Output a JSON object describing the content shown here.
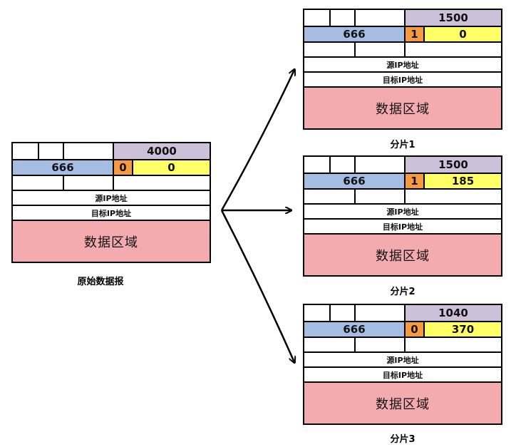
{
  "original": {
    "total_length": "4000",
    "identification": "666",
    "mf": "0",
    "offset": "0",
    "src_ip": "源IP地址",
    "dst_ip": "目标IP地址",
    "data": "数据区域",
    "caption": "原始数据报"
  },
  "fragments": [
    {
      "total_length": "1500",
      "identification": "666",
      "mf": "1",
      "offset": "0",
      "src_ip": "源IP地址",
      "dst_ip": "目标IP地址",
      "data": "数据区域",
      "caption": "分片1"
    },
    {
      "total_length": "1500",
      "identification": "666",
      "mf": "1",
      "offset": "185",
      "src_ip": "源IP地址",
      "dst_ip": "目标IP地址",
      "data": "数据区域",
      "caption": "分片2"
    },
    {
      "total_length": "1040",
      "identification": "666",
      "mf": "0",
      "offset": "370",
      "src_ip": "源IP地址",
      "dst_ip": "目标IP地址",
      "data": "数据区域",
      "caption": "分片3"
    }
  ],
  "colors": {
    "total_length": "#cdc1d9",
    "identification": "#a6bde3",
    "mf": "#f59a3e",
    "offset": "#ffff66",
    "data": "#f4abb0"
  }
}
